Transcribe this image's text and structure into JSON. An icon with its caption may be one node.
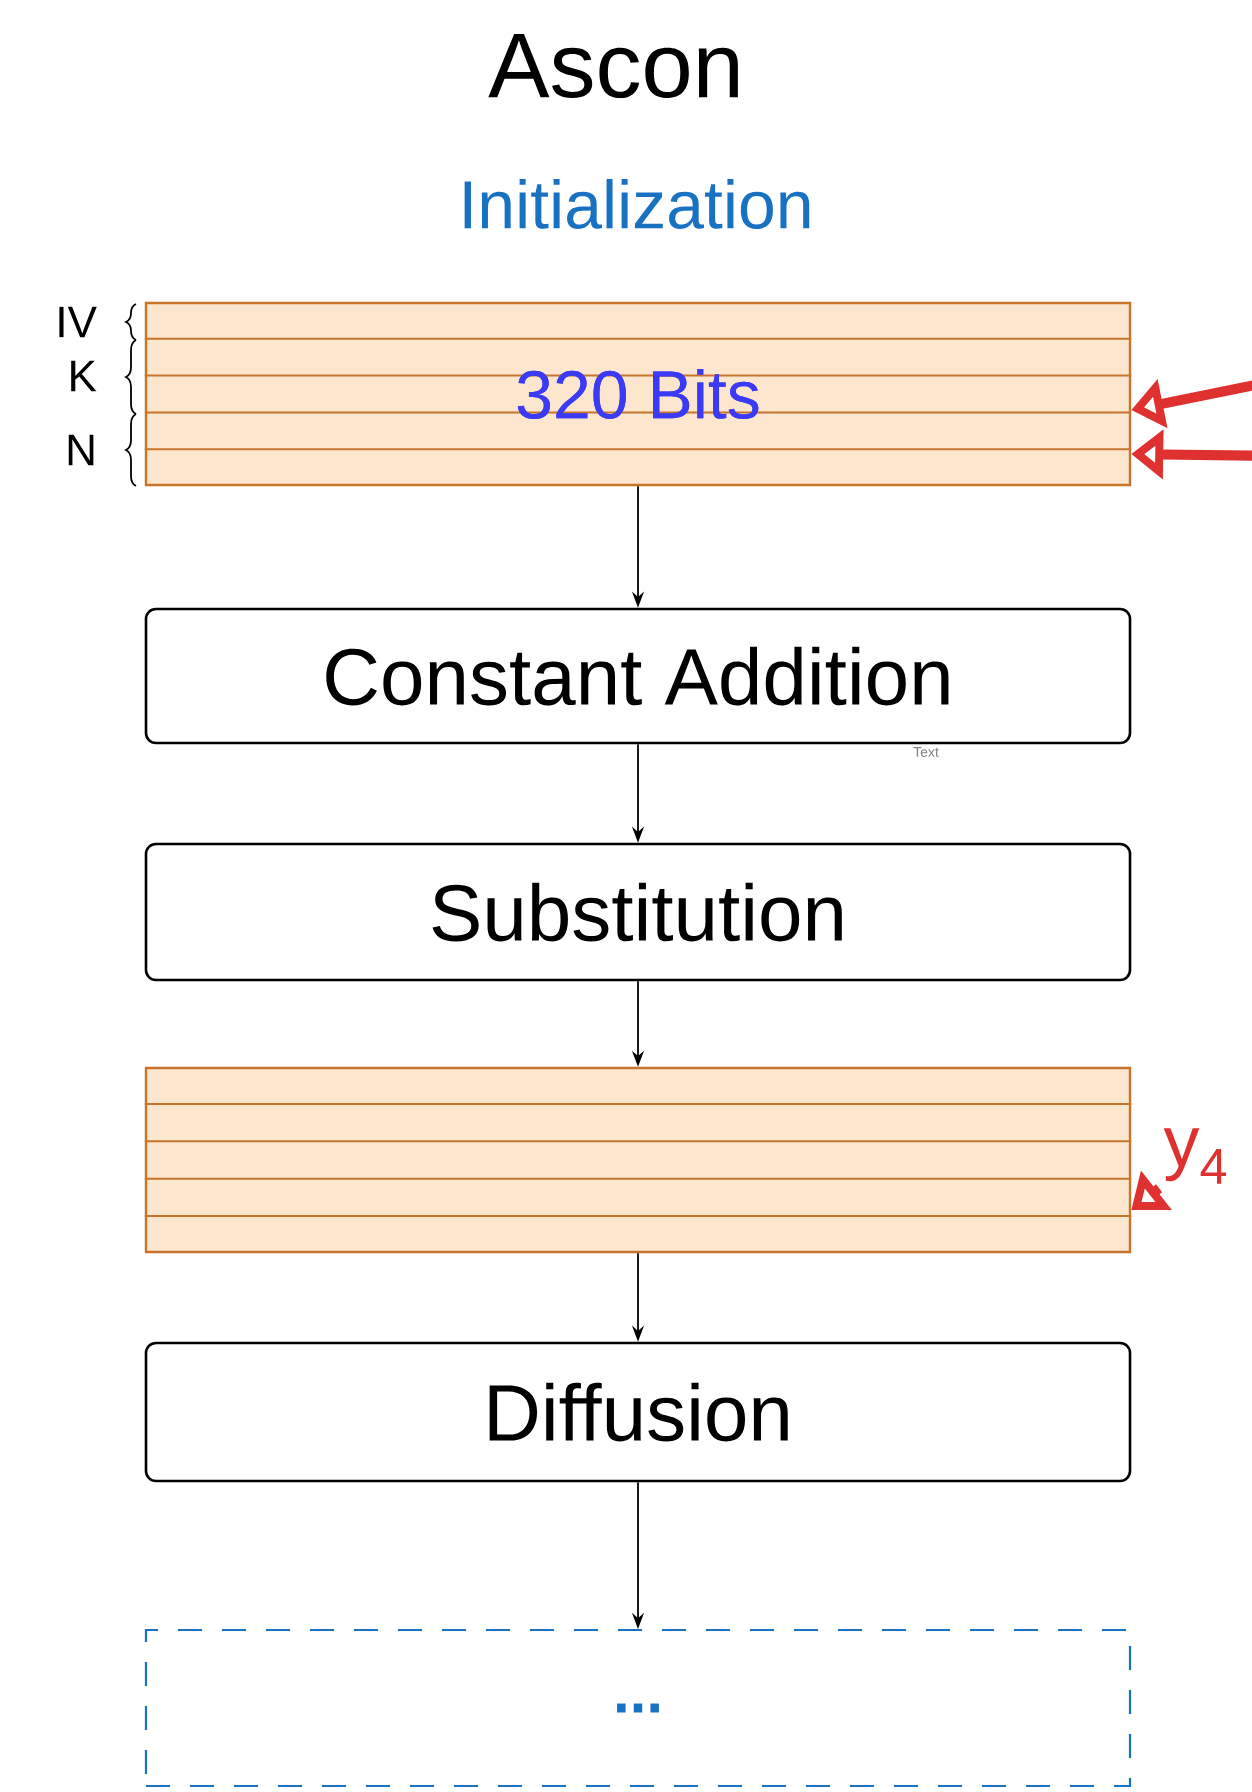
{
  "diagram": {
    "title": "Ascon",
    "nodes": [
      {
        "text": [
          "320 Bits"
        ]
      },
      {
        "text": [
          "Constant Addition"
        ]
      },
      {
        "text": [
          "Substitution"
        ]
      },
      {
        "text": [],
        "shape": "box"
      },
      {
        "text": [
          "Diffusion"
        ]
      },
      {
        "text": [
          "..."
        ]
      },
      {
        "text": [
          "y$_{4}$"
        ]
      }
    ],
    "edges": [
      {
        "from": 0,
        "to": 1,
        "arrow": "to"
      },
      {
        "from": 1,
        "to": 2,
        "arrow": "to"
      },
      {
        "from": 2,
        "to": 3,
        "arrow": "to"
      },
      {
        "from": 3,
        "to": 4,
        "arrow": "to"
      },
      {
        "from": 4,
        "to": 5,
        "arrow": "to"
      },
      {
        "from": null,
        "to": 0,
        "arrow": "to",
        "style": "thick",
        "color": "#e03131"
      },
      {
        "from": null,
        "to": 0,
        "arrow": "to",
        "style": "thick",
        "color": "#e03131"
      },
      {
        "from": 6,
        "to": 3,
        "arrow": "to",
        "style": "thick",
        "color": "#e03131"
      }
    ],
    "labels": [
      "Initialization",
      "IV",
      "K",
      "N",
      "Text"
    ]
  }
}
